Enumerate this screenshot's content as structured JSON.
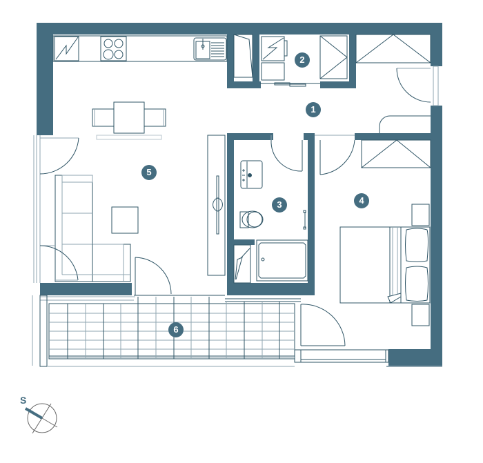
{
  "plan": {
    "colors": {
      "wall": "#456d80",
      "line": "#2f5566",
      "light_line": "#8fa5b0",
      "badge": "#456d80",
      "badge_text": "#ffffff",
      "background": "#ffffff"
    },
    "rooms": [
      {
        "id": "1",
        "label": "1"
      },
      {
        "id": "2",
        "label": "2"
      },
      {
        "id": "3",
        "label": "3"
      },
      {
        "id": "4",
        "label": "4"
      },
      {
        "id": "5",
        "label": "5"
      },
      {
        "id": "6",
        "label": "6"
      }
    ],
    "compass": {
      "label": "S",
      "icon": "compass-south-icon"
    },
    "fixtures": [
      "fridge-icon",
      "cooktop-icon",
      "sink-icon",
      "washing-machine-icon",
      "shower-icon",
      "washbasin-icon",
      "toilet-icon",
      "bathtub-icon",
      "double-bed-icon",
      "sofa-icon",
      "dining-table-icon",
      "wardrobe-icon",
      "tv-cabinet-icon"
    ]
  }
}
